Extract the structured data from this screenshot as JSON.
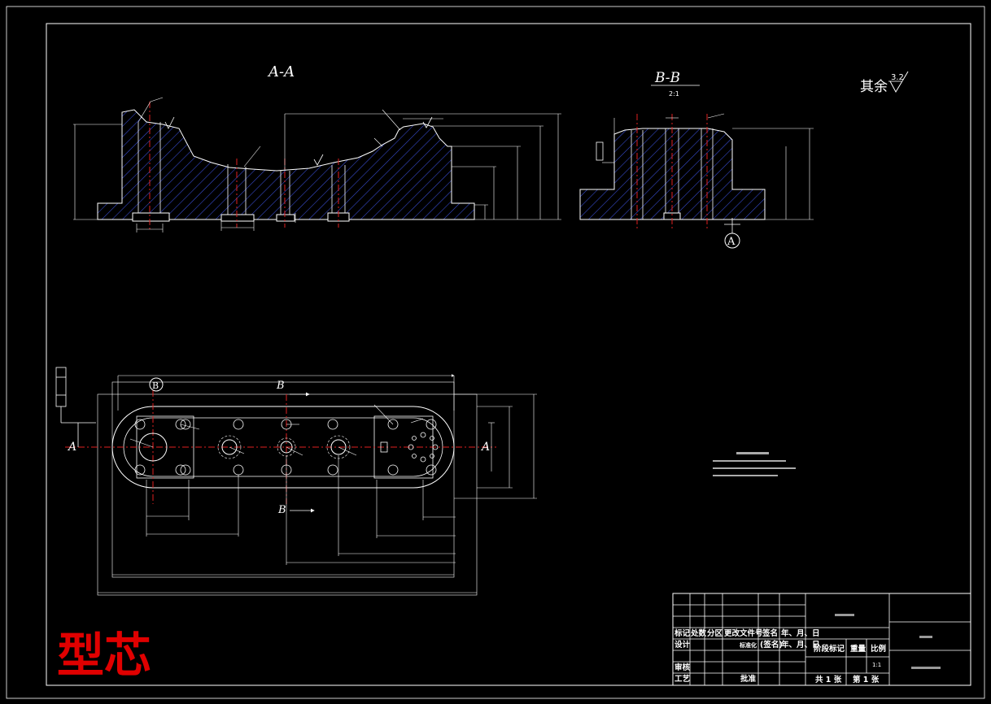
{
  "sections": {
    "aa_title": "A-A",
    "bb_title": "B-B",
    "bb_scale": "2:1",
    "surface_note": "其余",
    "surface_value": "3.2"
  },
  "markers": {
    "a_circle": "A",
    "b_circle": "B",
    "a_left": "A",
    "a_right": "A",
    "b_top": "B",
    "b_bottom": "B"
  },
  "title_block": {
    "h_mark": "标记",
    "h_count": "处数",
    "h_zone": "分区",
    "h_doc": "更改文件号",
    "h_sign": "签名",
    "h_date": "年、月、日",
    "r_design": "设计",
    "r_standard": "标准化",
    "r_sign2": "(签名)",
    "r_date2": "年、月、日",
    "r_review": "审核",
    "r_process": "工艺",
    "r_approve": "批准",
    "stage_label": "阶段标记",
    "weight_label": "重量",
    "scale_label": "比例",
    "scale_value": "1:1",
    "sheets_total": "共 1 张",
    "sheet_no": "第 1 张"
  },
  "watermark": "型芯",
  "icons": {
    "roughness": "roughness-symbol-icon",
    "datum": "datum-circle-icon"
  }
}
